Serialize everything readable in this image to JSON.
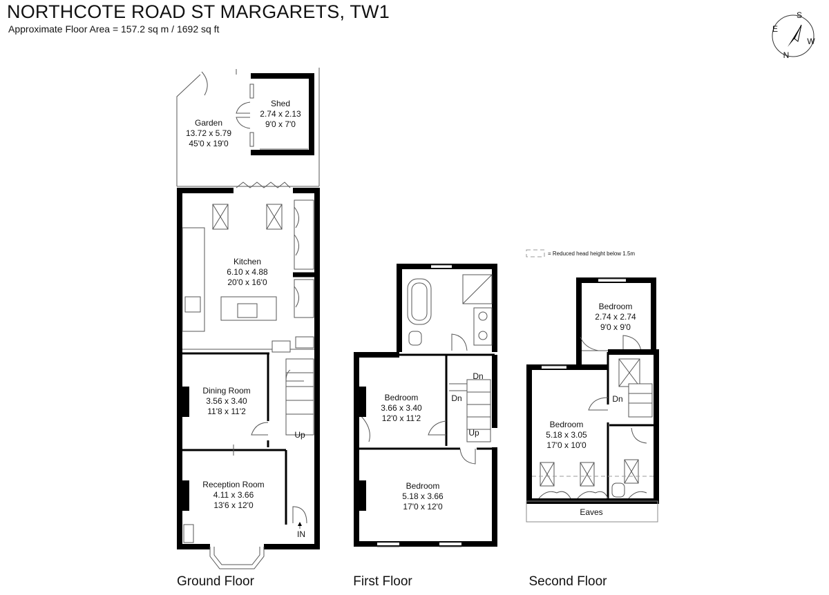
{
  "header": {
    "title": "NORTHCOTE ROAD ST MARGARETS, TW1",
    "subtitle": "Approximate Floor Area = 157.2 sq m / 1692 sq ft"
  },
  "compass": {
    "n": "N",
    "s": "S",
    "e": "E",
    "w": "W"
  },
  "legend": {
    "text": "= Reduced head height below 1.5m"
  },
  "floors": {
    "ground": "Ground Floor",
    "first": "First Floor",
    "second": "Second Floor"
  },
  "rooms": {
    "garden": {
      "name": "Garden",
      "metric": "13.72 x 5.79",
      "imperial": "45'0 x 19'0"
    },
    "shed": {
      "name": "Shed",
      "metric": "2.74 x 2.13",
      "imperial": "9'0 x 7'0"
    },
    "kitchen": {
      "name": "Kitchen",
      "metric": "6.10 x 4.88",
      "imperial": "20'0 x 16'0"
    },
    "dining": {
      "name": "Dining Room",
      "metric": "3.56 x 3.40",
      "imperial": "11'8 x 11'2"
    },
    "reception": {
      "name": "Reception Room",
      "metric": "4.11 x 3.66",
      "imperial": "13'6 x 12'0"
    },
    "bed1_first": {
      "name": "Bedroom",
      "metric": "3.66 x 3.40",
      "imperial": "12'0 x 11'2"
    },
    "bed2_first": {
      "name": "Bedroom",
      "metric": "5.18 x 3.66",
      "imperial": "17'0 x 12'0"
    },
    "bed_second_small": {
      "name": "Bedroom",
      "metric": "2.74 x 2.74",
      "imperial": "9'0 x 9'0"
    },
    "bed_second_large": {
      "name": "Bedroom",
      "metric": "5.18 x 3.05",
      "imperial": "17'0 x 10'0"
    }
  },
  "stairs": {
    "ground_up": "Up",
    "ground_in": "IN",
    "first_dn_top": "Dn",
    "first_dn_side": "Dn",
    "first_up": "Up",
    "second_dn": "Dn",
    "eaves": "Eaves"
  }
}
